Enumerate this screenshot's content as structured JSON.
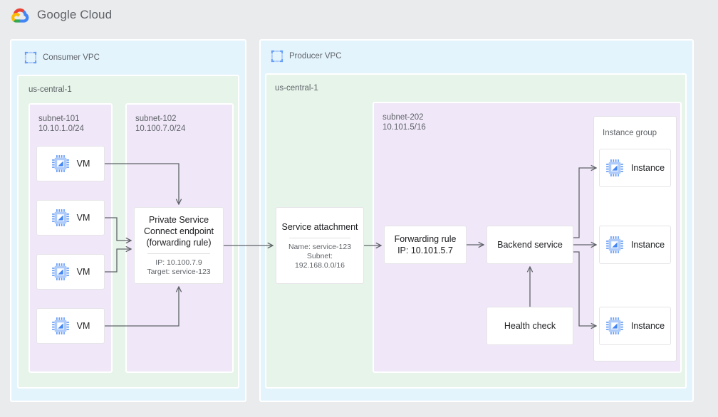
{
  "header": {
    "logo_icon": "google-cloud-logo",
    "brand_google": "Google",
    "brand_cloud": "Cloud"
  },
  "colors": {
    "page_background": "#eaebec",
    "vpc_fill": "#e4f4fd",
    "region_fill": "#e6f4ea",
    "subnet_fill": "#f0e7f8",
    "node_fill": "#ffffff",
    "node_border": "#e6e4e8",
    "wire": "#5f6368",
    "icon_blue": "#4285f4",
    "text_primary": "#202124",
    "text_secondary": "#5f6368"
  },
  "consumer_vpc": {
    "label": "Consumer VPC",
    "icon": "vpc-icon",
    "region": {
      "label": "us-central-1"
    },
    "subnet_101": {
      "name": "subnet-101",
      "cidr": "10.10.1.0/24",
      "vms": [
        {
          "label": "VM",
          "icon": "vm-chip-icon"
        },
        {
          "label": "VM",
          "icon": "vm-chip-icon"
        },
        {
          "label": "VM",
          "icon": "vm-chip-icon"
        },
        {
          "label": "VM",
          "icon": "vm-chip-icon"
        }
      ]
    },
    "subnet_102": {
      "name": "subnet-102",
      "cidr": "10.100.7.0/24",
      "psc_endpoint": {
        "title": "Private Service\nConnect endpoint\n(forwarding rule)",
        "detail": "IP: 10.100.7.9\nTarget: service-123"
      }
    }
  },
  "producer_vpc": {
    "label": "Producer VPC",
    "icon": "vpc-icon",
    "region": {
      "label": "us-central-1"
    },
    "service_attachment": {
      "title": "Service attachment",
      "detail": "Name: service-123\nSubnet:\n192.168.0.0/16"
    },
    "subnet_202": {
      "name": "subnet-202",
      "cidr": "10.101.5/16",
      "forwarding_rule": {
        "title": "Forwarding rule\nIP: 10.101.5.7"
      },
      "backend_service": {
        "title": "Backend service"
      },
      "health_check": {
        "title": "Health check"
      },
      "instance_group": {
        "label": "Instance group",
        "instances": [
          {
            "label": "Instance",
            "icon": "vm-chip-icon"
          },
          {
            "label": "Instance",
            "icon": "vm-chip-icon"
          },
          {
            "label": "Instance",
            "icon": "vm-chip-icon"
          }
        ]
      }
    }
  }
}
